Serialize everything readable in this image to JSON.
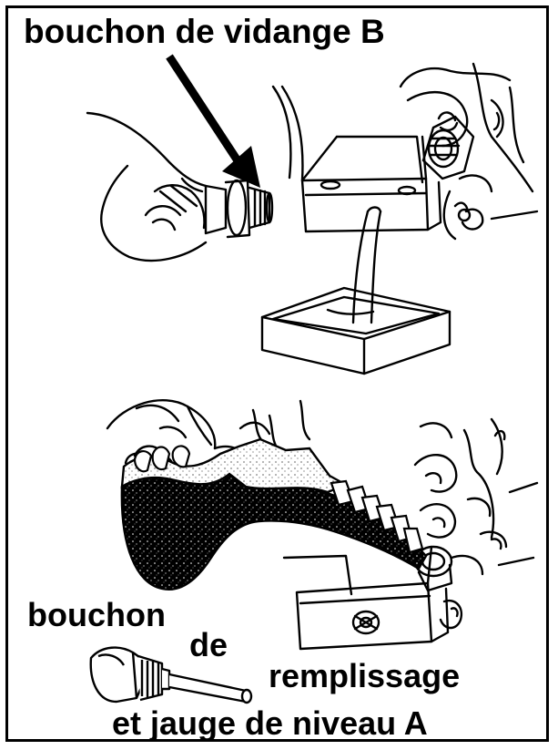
{
  "labels": {
    "drain_plug": "bouchon de vidange B",
    "filler_line1": "bouchon",
    "filler_line2": "de",
    "filler_line3": "remplissage",
    "filler_line4": "et jauge de niveau A"
  },
  "colors": {
    "ink": "#000000",
    "paper": "#ffffff"
  }
}
